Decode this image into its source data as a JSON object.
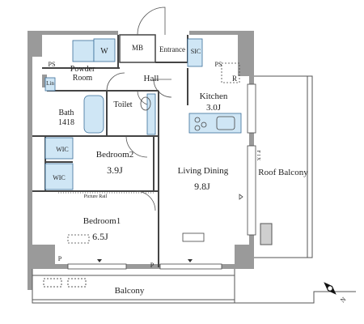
{
  "rooms": {
    "mb": "MB",
    "entrance": "Entrance",
    "sic": "SIC",
    "ps_left": "PS",
    "ps_right": "PS",
    "powder_room_line1": "Powder",
    "powder_room_line2": "Room",
    "washer": "W",
    "hall": "Hall",
    "lin": "Lin",
    "bath_line1": "Bath",
    "bath_line2": "1418",
    "toilet": "Toilet",
    "kitchen_line1": "Kitchen",
    "kitchen_line2": "3.0J",
    "refrigerator": "R",
    "bedroom2_line1": "Bedroom2",
    "bedroom2_line2": "3.9J",
    "wic_upper": "WIC",
    "wic_lower": "WIC",
    "picture_rail": "Picture Rail",
    "bedroom1_line1": "Bedroom1",
    "bedroom1_line2": "6.5J",
    "living_line1": "Living Dining",
    "living_line2": "9.8J",
    "fix": "F I X",
    "roof_balcony": "Roof Balcony",
    "p_left": "P",
    "p_right": "P",
    "balcony": "Balcony",
    "north": "N"
  },
  "colors": {
    "wall": "#9a9a9a",
    "water_fixture": "#cfe6f5",
    "line": "#333333"
  }
}
